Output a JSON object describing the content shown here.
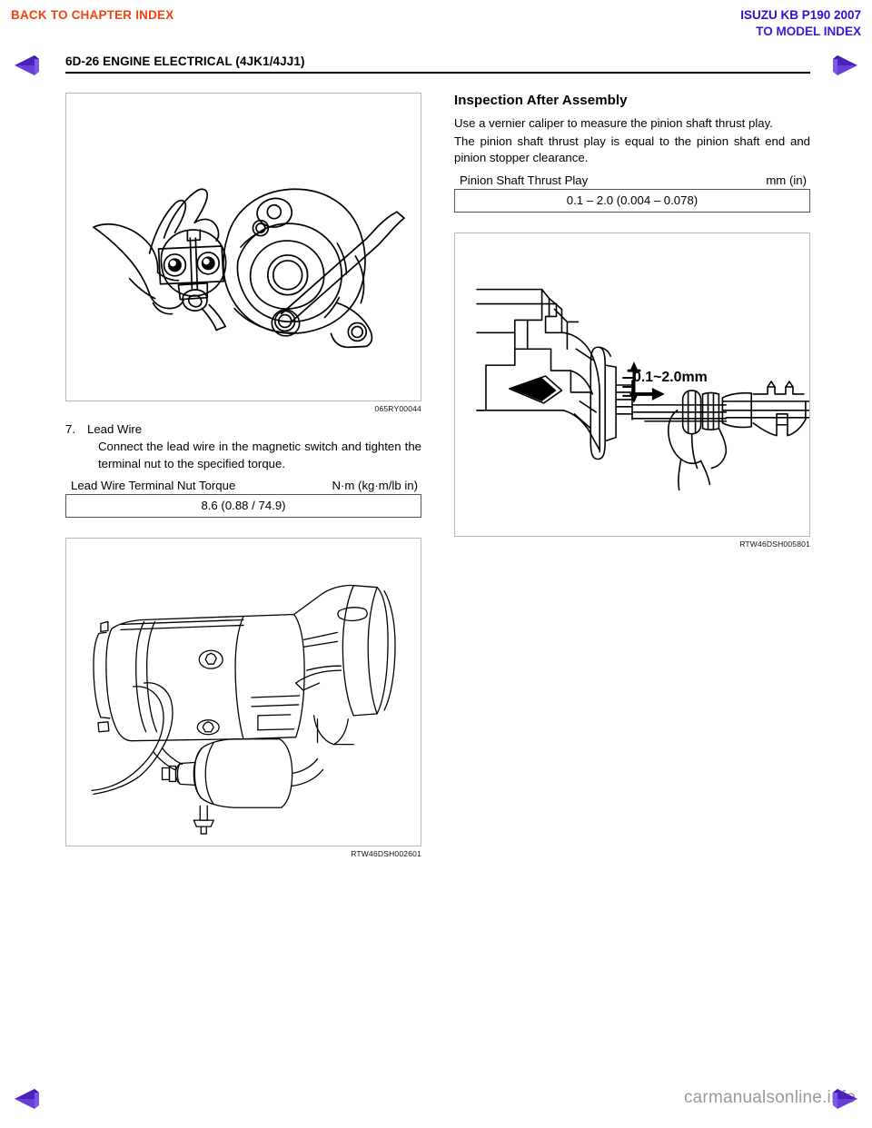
{
  "header": {
    "back_link": "BACK TO CHAPTER INDEX",
    "model_title": "ISUZU KB P190 2007",
    "model_index_link": "TO MODEL INDEX",
    "accent_orange": "#f4420d",
    "accent_blue": "#2a11d6"
  },
  "page": {
    "title": "6D-26  ENGINE ELECTRICAL (4JK1/4JJ1)",
    "section_code": "6D-26",
    "section_name": "ENGINE ELECTRICAL (4JK1/4JJ1)"
  },
  "left_column": {
    "figure_top": {
      "caption": "065RY00044",
      "alt": "Hand holding lead wire terminal against starter motor magnetic switch with wrench"
    },
    "step": {
      "number": "7.",
      "title": "Lead Wire",
      "text": "Connect the lead wire in the magnetic switch and tighten the terminal nut to the specified torque."
    },
    "spec": {
      "label": "Lead Wire Terminal Nut Torque",
      "units": "N·m (kg·m/lb in)",
      "value": "8.6 (0.88 / 74.9)"
    },
    "figure_bottom": {
      "caption": "RTW46DSH002601",
      "alt": "Starter motor assembly with lead wire and magnetic switch"
    }
  },
  "right_column": {
    "heading": "Inspection After Assembly",
    "paragraph_1": "Use a vernier caliper to measure the pinion shaft thrust play.",
    "paragraph_2": "The pinion shaft thrust play is equal to the pinion shaft end and pinion stopper clearance.",
    "spec": {
      "label": "Pinion Shaft Thrust Play",
      "units": "mm (in)",
      "value": "0.1 – 2.0 (0.004 – 0.078)"
    },
    "figure": {
      "caption": "RTW46DSH005801",
      "callout": "0.1~2.0mm",
      "alt": "Vernier caliper measuring pinion shaft thrust play on starter drive housing"
    }
  },
  "nav": {
    "prev_label": "previous page",
    "next_label": "next page",
    "arrow_color": "#5b2fd4"
  },
  "footer": {
    "watermark": "carmanualsonline.info"
  }
}
